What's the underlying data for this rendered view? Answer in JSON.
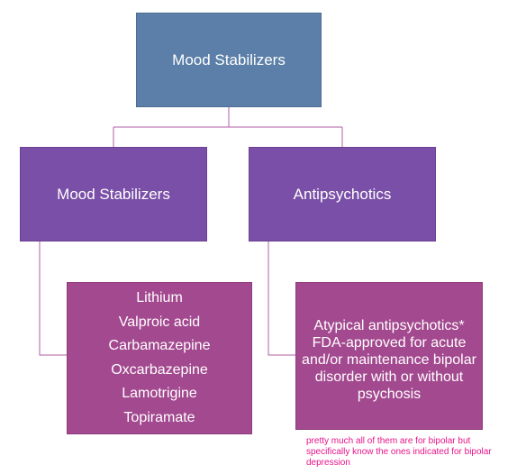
{
  "diagram": {
    "root": {
      "label": "Mood Stabilizers"
    },
    "branches": [
      {
        "label": "Mood Stabilizers",
        "items": [
          "Lithium",
          "Valproic acid",
          "Carbamazepine",
          "Oxcarbazepine",
          "Lamotrigine",
          "Topiramate"
        ]
      },
      {
        "label": "Antipsychotics",
        "detail": "Atypical antipsychotics* FDA-approved for acute and/or maintenance bipolar disorder with or without psychosis"
      }
    ],
    "annotation": "pretty much all of them are for bipolar but specifically know the ones indicated for bipolar depression"
  },
  "colors": {
    "root": "#5b7fa8",
    "branch": "#7a4fa7",
    "leaf": "#a3498f",
    "connector": "#b25fa6",
    "annotation": "#e8148a"
  }
}
